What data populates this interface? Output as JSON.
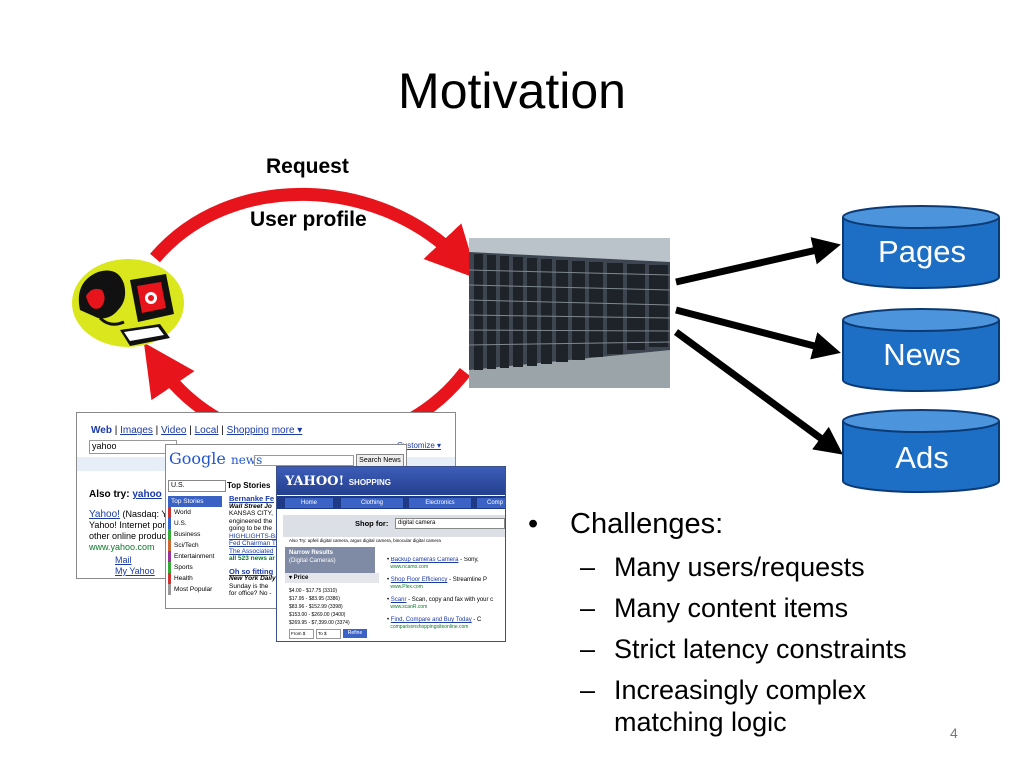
{
  "slide": {
    "title": "Motivation",
    "request_label": "Request",
    "profile_label": "User profile",
    "databases": [
      "Pages",
      "News",
      "Ads"
    ],
    "page_number": "4",
    "colors": {
      "arrow_red": "#e8141b",
      "db_fill": "#1c6fc4",
      "db_stroke": "#0c3a75"
    }
  },
  "bullets": {
    "heading": "Challenges:",
    "items": [
      "Many users/requests",
      "Many content items",
      "Strict latency constraints",
      "Increasingly complex matching logic"
    ]
  },
  "screens": {
    "yahoo_search": {
      "tabs": [
        "Web",
        "Images",
        "Video",
        "Local",
        "Shopping",
        "more ▾"
      ],
      "query": "yahoo",
      "customize": "Customize ▾",
      "also_try": "Also try:",
      "also_try_link": "yahoo",
      "result_title": "Yahoo!",
      "result_text": "(Nasdaq: YH",
      "result_line1": "Yahoo! Internet portal",
      "result_line2": "other online products",
      "result_url": "www.yahoo.com",
      "links": [
        "Mail",
        "My Yahoo"
      ]
    },
    "google_news": {
      "logo": "Google",
      "logo_suffix": "news",
      "search_button": "Search News",
      "region": "U.S.",
      "top_stories": "Top Stories",
      "sections": [
        "Top Stories",
        "World",
        "U.S.",
        "Business",
        "Sci/Tech",
        "Entertainment",
        "Sports",
        "Health",
        "Most Popular"
      ],
      "story1_title": "Bernanke Fe",
      "story1_source": "Wall Street Jo",
      "story1_lines": [
        "KANSAS CITY,",
        "engineered the",
        "going to be the"
      ],
      "story1_links": [
        "HIGHLIGHTS-Ba",
        "Fed Chairman T",
        "The Associated"
      ],
      "story1_more": "all 523 news ar",
      "story2_title": "Oh so fitting",
      "story2_source": "New York Daily",
      "story2_lines": [
        "Sunday is the",
        "for office? No -"
      ]
    },
    "yahoo_shopping": {
      "logo": "YAHOO!",
      "logo_suffix": "SHOPPING",
      "nav": [
        "Home",
        "Clothing",
        "Electronics",
        "Comp"
      ],
      "shop_for_label": "Shop for:",
      "shop_for_value": "digital camera",
      "also_try": "Also Try: apfeli digital camera, argus digital camera, binocular digital camera",
      "narrow_title": "Narrow Results",
      "narrow_sub": "(Digital Cameras)",
      "price_label": "▾ Price",
      "prices": [
        "$4.00 - $17.75 (3310)",
        "$17.95 - $83.95 (3386)",
        "$83.96 - $152.99 (3398)",
        "$153.00 - $269.00 (3400)",
        "$269.95 - $7,399.00 (3374)"
      ],
      "from": "From $",
      "to": "To $",
      "refine": "Refine",
      "results": [
        {
          "title": "Backup cameras Camera",
          "desc": " - Sony,",
          "url": "www.ncamo.com"
        },
        {
          "title": "Shop Floor Efficiency",
          "desc": " - Streamline P",
          "url": "www.Plex.com"
        },
        {
          "title": "Scanr",
          "desc": " - Scan, copy and fax with your c",
          "url": "www.scanR.com"
        },
        {
          "title": "Find, Compare and Buy Today",
          "desc": " - C",
          "url": "comparisonshoppingsiteonline.com"
        }
      ]
    }
  }
}
